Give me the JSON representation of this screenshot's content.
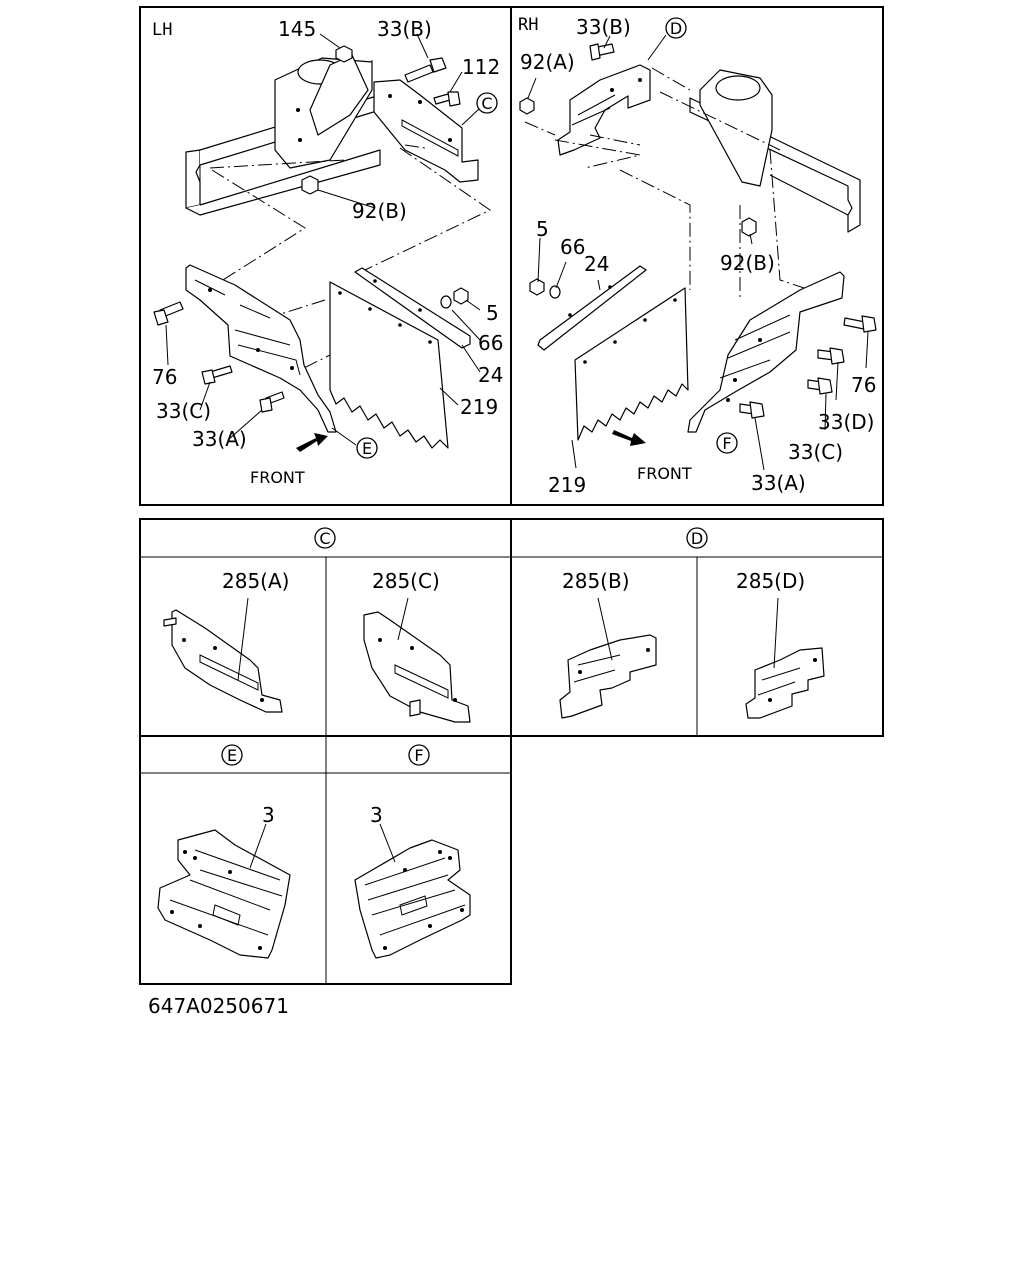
{
  "views": {
    "lh": {
      "side": "LH",
      "callouts": [
        "145",
        "33(B)",
        "112",
        "92(B)",
        "5",
        "66",
        "24",
        "219",
        "76",
        "33(C)",
        "33(A)"
      ],
      "detail_refs": [
        "C",
        "E"
      ],
      "front": "FRONT"
    },
    "rh": {
      "side": "RH",
      "callouts": [
        "33(B)",
        "92(A)",
        "5",
        "66",
        "24",
        "92(B)",
        "76",
        "33(D)",
        "33(C)",
        "33(A)",
        "219"
      ],
      "detail_refs": [
        "D",
        "F"
      ],
      "front": "FRONT"
    }
  },
  "details": {
    "c": {
      "ref": "C",
      "parts": [
        "285(A)",
        "285(C)"
      ]
    },
    "d": {
      "ref": "D",
      "parts": [
        "285(B)",
        "285(D)"
      ]
    },
    "e": {
      "ref": "E",
      "part": "3"
    },
    "f": {
      "ref": "F",
      "part": "3"
    }
  },
  "drawing_number": "647A0250671"
}
